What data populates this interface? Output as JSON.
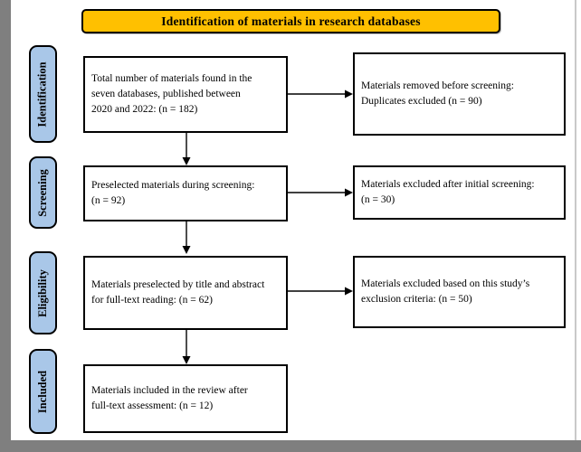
{
  "title": "Identification of materials in research databases",
  "stages": [
    {
      "label": "Identification"
    },
    {
      "label": "Screening"
    },
    {
      "label": "Eligibility"
    },
    {
      "label": "Included"
    }
  ],
  "main_boxes": [
    {
      "text": "Total number of materials found in the\nseven databases, published between\n2020 and 2022: (n = 182)",
      "n": 182
    },
    {
      "text": "Preselected materials during screening:\n(n = 92)",
      "n": 92
    },
    {
      "text": "Materials preselected by title and abstract\nfor full-text reading: (n = 62)",
      "n": 62
    },
    {
      "text": "Materials included in the review after\nfull-text assessment: (n = 12)",
      "n": 12
    }
  ],
  "side_boxes": [
    {
      "text": "Materials removed before screening:\nDuplicates excluded (n = 90)",
      "n": 90
    },
    {
      "text": "Materials excluded after initial screening:\n(n = 30)",
      "n": 30
    },
    {
      "text": "Materials excluded based on this study’s\nexclusion criteria: (n = 50)",
      "n": 50
    }
  ],
  "colors": {
    "gold": "#FFC000",
    "blue": "#A9C7E8",
    "frame_gray": "#7F7F7F",
    "line_black": "#000000"
  }
}
